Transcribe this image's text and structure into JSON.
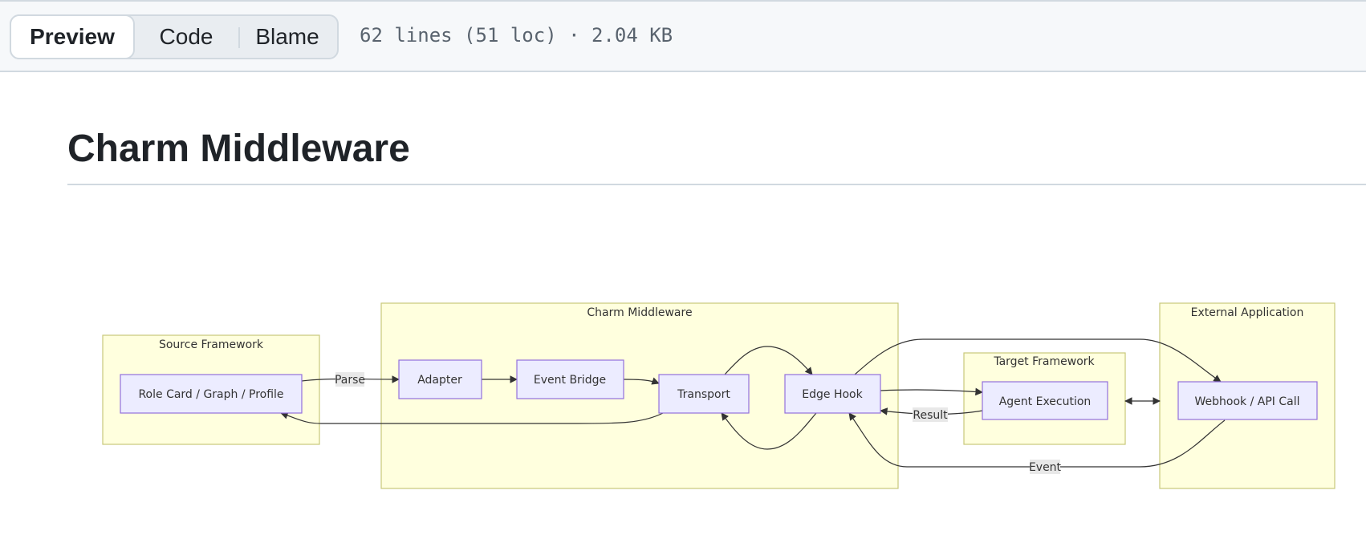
{
  "toolbar": {
    "tabs": [
      {
        "label": "Preview",
        "active": true
      },
      {
        "label": "Code",
        "active": false
      },
      {
        "label": "Blame",
        "active": false
      }
    ],
    "file_info": "62 lines (51 loc) · 2.04 KB"
  },
  "document": {
    "title": "Charm Middleware"
  },
  "diagram": {
    "clusters": {
      "source": "Source Framework",
      "charm": "Charm Middleware",
      "target": "Target Framework",
      "external": "External Application"
    },
    "nodes": {
      "role_card": "Role Card / Graph / Profile",
      "adapter": "Adapter",
      "event_bridge": "Event Bridge",
      "transport": "Transport",
      "edge_hook": "Edge Hook",
      "agent_execution": "Agent Execution",
      "webhook": "Webhook / API Call"
    },
    "edge_labels": {
      "parse": "Parse",
      "result": "Result",
      "event": "Event"
    },
    "colors": {
      "cluster_fill": "#ffffde",
      "cluster_border": "#c8c87a",
      "node_fill": "#ececff",
      "node_border": "#9370db"
    }
  }
}
